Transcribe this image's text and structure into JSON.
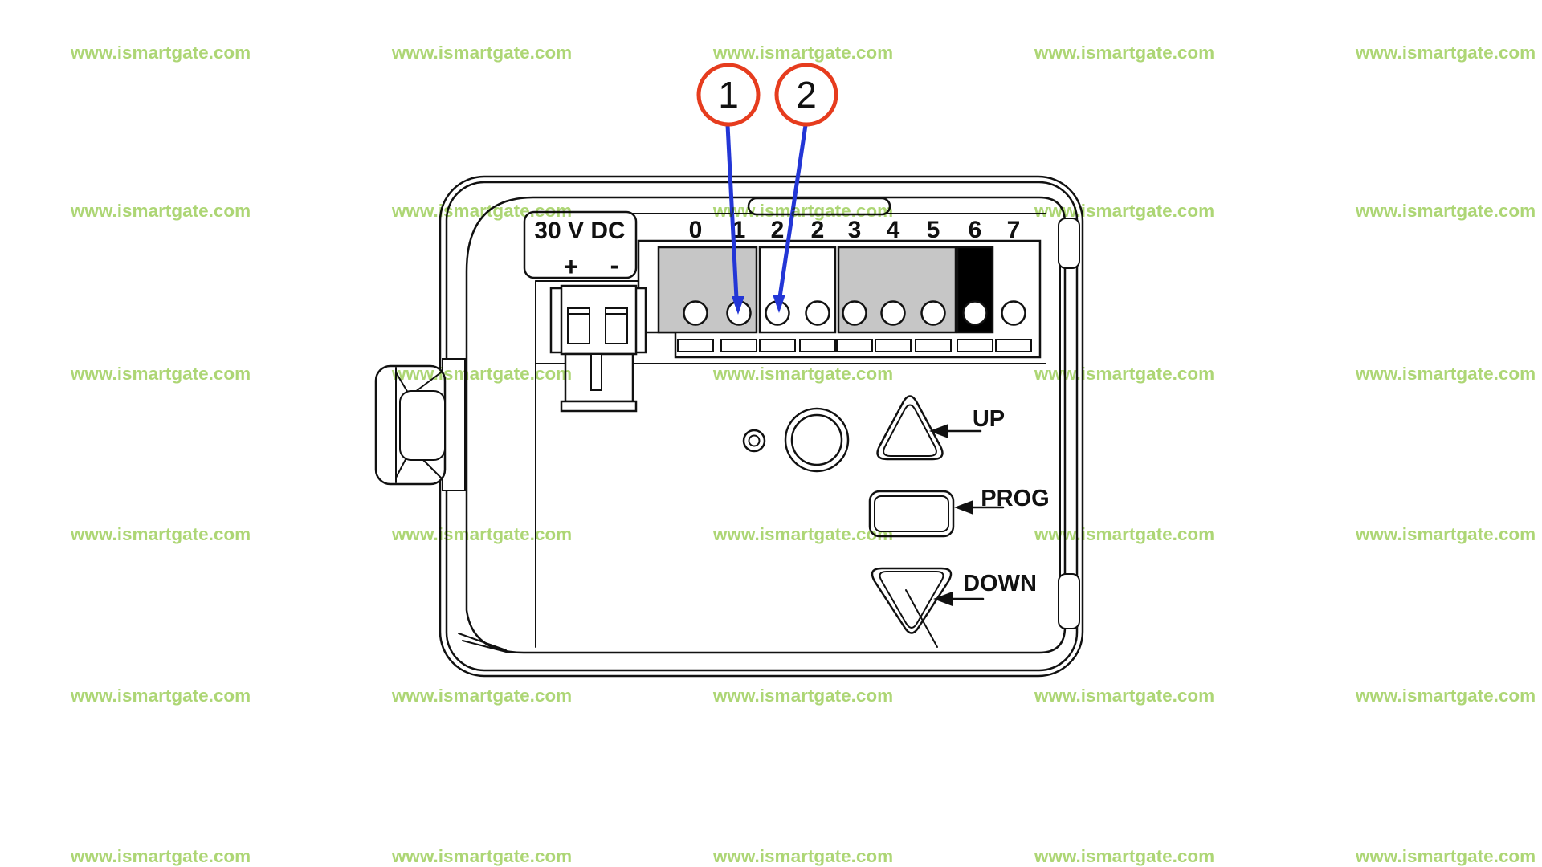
{
  "watermark": {
    "text": "www.ismartgate.com",
    "color": "#8dc63f"
  },
  "figure": {
    "power_label": "30 V DC",
    "plus": "+",
    "minus": "-",
    "terminal_labels": [
      "0",
      "1",
      "2",
      "2",
      "3",
      "4",
      "5",
      "6",
      "7"
    ],
    "button_up": "UP",
    "button_prog": "PROG",
    "button_down": "DOWN",
    "callout_1": "1",
    "callout_2": "2",
    "colors": {
      "callout_red": "#e63c1e",
      "leader_blue": "#2336d6",
      "terminal_gray": "#c6c6c6",
      "terminal_black": "#000000",
      "line_black": "#111111"
    }
  }
}
